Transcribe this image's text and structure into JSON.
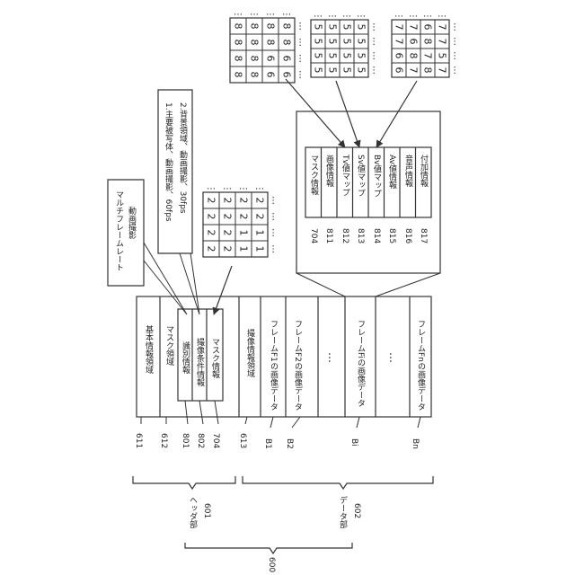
{
  "diagram": {
    "root_label": "600",
    "header_part": {
      "name": "ヘッダ部",
      "ref": "601"
    },
    "data_part": {
      "name": "データ部",
      "ref": "602"
    },
    "rows": [
      {
        "ref": "611",
        "label": "基本情報領域"
      },
      {
        "ref": "612",
        "label": "マスク領域"
      },
      {
        "ref": "801",
        "label": "識別情報"
      },
      {
        "ref": "802",
        "label": "撮像条件情報"
      },
      {
        "ref": "704",
        "label": "マスク情報"
      },
      {
        "ref": "613",
        "label": "撮像情報領域"
      },
      {
        "ref": "B1",
        "label": "フレームF1の画像データ"
      },
      {
        "ref": "B2",
        "label": "フレームF2の画像データ"
      },
      {
        "ref": "Bi",
        "label": "フレームFiの画像データ"
      },
      {
        "ref": "Bn",
        "label": "フレームFnの画像データ"
      }
    ],
    "ellipsis": "…",
    "callout_multiframe": {
      "line1": "マルチフレームレート",
      "line2": "動画撮影"
    },
    "callout_conditions": {
      "line1": "1.主要被写体、動画撮影、60fps",
      "line2": "2.背景領域、動画撮影、30fps"
    },
    "mask_grid": [
      [
        "2",
        "2",
        "2",
        "2"
      ],
      [
        "2",
        "2",
        "2",
        "2"
      ],
      [
        "2",
        "2",
        "1",
        "1"
      ],
      [
        "2",
        "2",
        "1",
        "1"
      ]
    ],
    "detail_items": [
      {
        "ref": "704",
        "label": "マスク情報"
      },
      {
        "ref": "811",
        "label": "画像情報"
      },
      {
        "ref": "812",
        "label": "Tv値マップ"
      },
      {
        "ref": "813",
        "label": "Sv値マップ"
      },
      {
        "ref": "814",
        "label": "Bv値マップ"
      },
      {
        "ref": "815",
        "label": "Av値情報"
      },
      {
        "ref": "816",
        "label": "音声情報"
      },
      {
        "ref": "817",
        "label": "付加情報"
      }
    ],
    "tv_grid": [
      [
        "8",
        "8",
        "8",
        "8"
      ],
      [
        "8",
        "8",
        "8",
        "8"
      ],
      [
        "8",
        "8",
        "6",
        "6"
      ],
      [
        "8",
        "8",
        "6",
        "6"
      ]
    ],
    "sv_grid": [
      [
        "5",
        "5",
        "5",
        "5"
      ],
      [
        "5",
        "5",
        "5",
        "5"
      ],
      [
        "5",
        "5",
        "5",
        "5"
      ],
      [
        "5",
        "5",
        "5",
        "5"
      ]
    ],
    "bv_grid": [
      [
        "7",
        "7",
        "6",
        "7"
      ],
      [
        "7",
        "6",
        "8",
        "7"
      ],
      [
        "6",
        "8",
        "7",
        "5"
      ],
      [
        "6",
        "7",
        "8",
        "7"
      ]
    ],
    "grid_dots": "…"
  }
}
